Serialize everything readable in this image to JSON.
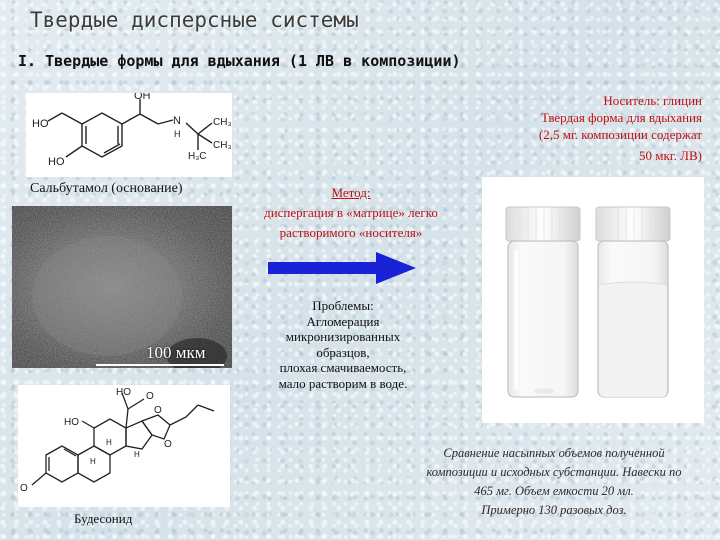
{
  "title": "Твердые дисперсные системы",
  "subtitle": "I. Твердые формы для вдыхания (1 ЛВ в композиции)",
  "carrier": {
    "line1": "Носитель: глицин",
    "line2": "Твердая форма для вдыхания",
    "line3": "(2,5 мг. композиции содержат",
    "line4": "50 мкг. ЛВ)"
  },
  "method": {
    "heading": "Метод:",
    "line1": "диспергация в «матрице» легко",
    "line2": "растворимого «носителя»"
  },
  "problems": {
    "heading": "Проблемы:",
    "line1": "Агломерация",
    "line2": "микронизированных",
    "line3": "образцов,",
    "line4": "плохая смачиваемость,",
    "line5": "мало растворим в воде."
  },
  "salbutamol_caption": "Сальбутамол (основание)",
  "budesonide_caption": "Будесонид",
  "scale_label": "100 мкм",
  "comparison": {
    "line1": "Сравнение насыпных объемов полученной",
    "line2": "композиции и исходных субстанции. Навески по",
    "line3": "465 мг. Объем емкости 20 мл.",
    "line4": "Примерно 130 разовых доз."
  },
  "colors": {
    "accent_red": "#c01010",
    "arrow_blue": "#1a22d8"
  }
}
